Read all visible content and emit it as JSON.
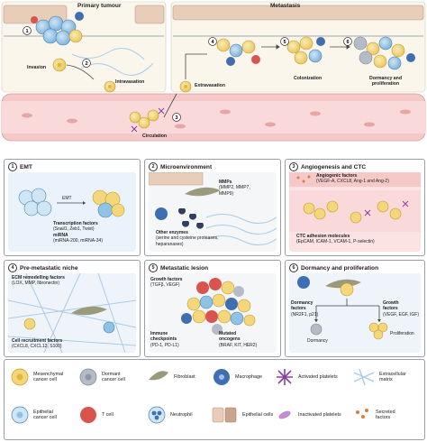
{
  "top": {
    "title_left": "Primary tumour",
    "title_right": "Metastasis",
    "steps": [
      {
        "n": "1",
        "label": "Invasion"
      },
      {
        "n": "2",
        "label": "Intravasation"
      },
      {
        "n": "3",
        "label": "Circulation"
      },
      {
        "n": "4",
        "label": "Extravasation"
      },
      {
        "n": "5",
        "label": "Colonization"
      },
      {
        "n": "6",
        "label": "Dormancy and proliferation"
      }
    ]
  },
  "panels": [
    {
      "n": "1",
      "title": "EMT",
      "arrow_label": "EMT",
      "line1_bold": "Transcription factors",
      "line1": "(Snail1, Zeb1, Twist)",
      "line2_bold": "miRNA",
      "line2": "(miRNA-200, miRNA-34)"
    },
    {
      "n": "2",
      "title": "Microenvironment",
      "line1_bold": "MMPs",
      "line1": "(MMP2, MMP7,\nMMP9)",
      "line2_bold": "Other enzymes",
      "line2": "(serine and cysteine proteases,\nheparanases)"
    },
    {
      "n": "3",
      "title": "Angiogenesis and CTC",
      "line1_bold": "Angiogenic factors",
      "line1": "(VEGF-A, CXCL8, Ang-1 and Ang-2)",
      "line2_bold": "CTC adhesion molecules",
      "line2": "(EpCAM, ICAM-1, VCAM-1, P-selectin)"
    },
    {
      "n": "4",
      "title": "Pre-metastatic niche",
      "line1_bold": "ECM remodelling factors",
      "line1": "(LOX, MMP, fibronectin)",
      "line2_bold": "Cell recruitment factors",
      "line2": "(CXCL8, CXCL12, S100)"
    },
    {
      "n": "5",
      "title": "Metastatic lesion",
      "line1_bold": "Growth factors",
      "line1": "(TGFβ, VEGF)",
      "line2_bold": "Immune\ncheckpoints",
      "line2": "(PD-1, PD-L1)",
      "line3_bold": "Mutated\noncogens",
      "line3": "(BRAF, KIT, HER2)"
    },
    {
      "n": "6",
      "title": "Dormancy and proliferation",
      "line1_bold": "Dormancy\nfactors",
      "line1": "(NR2F1, p21)",
      "line2_bold": "Growth\nfactors",
      "line2": "(VEGF, EGF, IGF)",
      "out1": "Dormancy",
      "out2": "Proliferation"
    }
  ],
  "legend": [
    {
      "label": "Mesenchymal\ncancer cell",
      "icon": "mesenchymal-cell-icon"
    },
    {
      "label": "Dormant\ncancer cell",
      "icon": "dormant-cell-icon"
    },
    {
      "label": "Fibroblast",
      "icon": "fibroblast-icon"
    },
    {
      "label": "Macrophage",
      "icon": "macrophage-icon"
    },
    {
      "label": "Activated platelets",
      "icon": "activated-platelet-icon"
    },
    {
      "label": "Extracellular\nmatrix",
      "icon": "ecm-icon"
    },
    {
      "label": "Epithelial\ncancer cell",
      "icon": "epithelial-cell-icon"
    },
    {
      "label": "T cell",
      "icon": "t-cell-icon"
    },
    {
      "label": "Neutrophil",
      "icon": "neutrophil-icon"
    },
    {
      "label": "Epithelial cells",
      "icon": "epithelial-cells-icon"
    },
    {
      "label": "Inactivated platelets",
      "icon": "inactivated-platelet-icon"
    },
    {
      "label": "Secreted\nfactors",
      "icon": "secreted-factors-icon"
    }
  ],
  "colors": {
    "cancer_yellow": "#f3d77a",
    "cancer_core": "#e0b93b",
    "epithelial_blue": "#8fc3e6",
    "macrophage_blue": "#3f6fb0",
    "tcell_red": "#d9534f",
    "vessel_pink": "#f6c9c9",
    "epithelium_tan": "#e8cdb8",
    "ecm_blue": "#a9cbe8",
    "platelet_purple": "#8a3f9e",
    "fibroblast_olive": "#9c9a7c",
    "dormant_grey": "#b5bcc8"
  }
}
